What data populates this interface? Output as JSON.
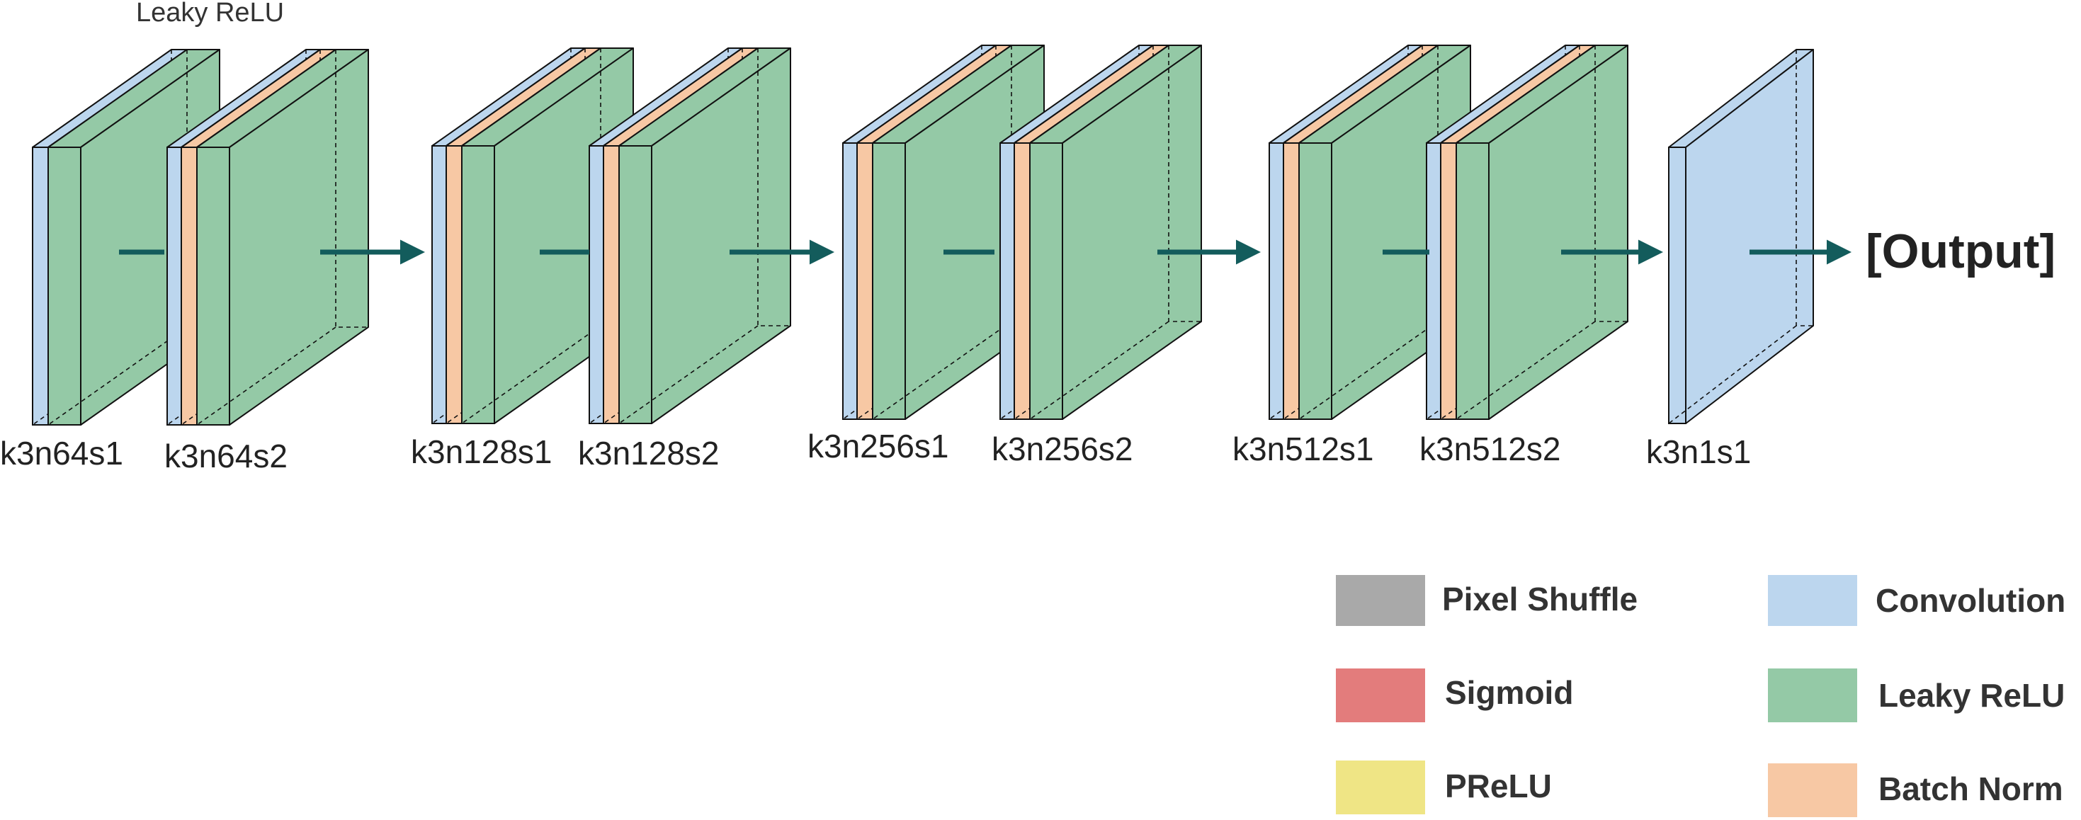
{
  "top_label": "Leaky ReLU",
  "output_label": "[Output]",
  "colors": {
    "conv": "#bcd6ee",
    "relu": "#94c9a6",
    "bn": "#f7c8a4",
    "pixel_shuffle": "#a9a9a9",
    "sigmoid": "#e37c7c",
    "prelu": "#efe585",
    "arrow": "#135c5c"
  },
  "blocks": [
    {
      "label": "k3n64s1",
      "layers": [
        "conv",
        "relu"
      ]
    },
    {
      "label": "k3n64s2",
      "layers": [
        "conv",
        "bn",
        "relu"
      ]
    },
    {
      "label": "k3n128s1",
      "layers": [
        "conv",
        "bn",
        "relu"
      ]
    },
    {
      "label": "k3n128s2",
      "layers": [
        "conv",
        "bn",
        "relu"
      ]
    },
    {
      "label": "k3n256s1",
      "layers": [
        "conv",
        "bn",
        "relu"
      ]
    },
    {
      "label": "k3n256s2",
      "layers": [
        "conv",
        "bn",
        "relu"
      ]
    },
    {
      "label": "k3n512s1",
      "layers": [
        "conv",
        "bn",
        "relu"
      ]
    },
    {
      "label": "k3n512s2",
      "layers": [
        "conv",
        "bn",
        "relu"
      ]
    },
    {
      "label": "k3n1s1",
      "layers": [
        "conv"
      ]
    }
  ],
  "legend": [
    {
      "label": "Pixel Shuffle",
      "color": "#a9a9a9"
    },
    {
      "label": "Convolution",
      "color": "#bcd6ee"
    },
    {
      "label": "Sigmoid",
      "color": "#e37c7c"
    },
    {
      "label": "Leaky ReLU",
      "color": "#94c9a6"
    },
    {
      "label": "PReLU",
      "color": "#efe585"
    },
    {
      "label": "Batch Norm",
      "color": "#f7c8a4"
    }
  ]
}
